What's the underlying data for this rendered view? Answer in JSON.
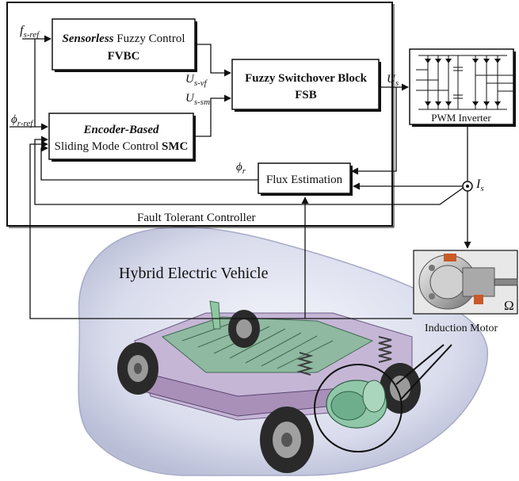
{
  "blocks": {
    "fvbc": {
      "line1_italic_bold": "Sensorless",
      "line1_rest": " Fuzzy Control",
      "line2": "FVBC"
    },
    "smc": {
      "line1": "Encoder-Based",
      "line2_rest": "Sliding Mode Control ",
      "line2_bold": "SMC"
    },
    "fsb": {
      "line1": "Fuzzy Switchover Block",
      "line2": "FSB"
    },
    "flux": {
      "label": "Flux Estimation"
    },
    "inverter": {
      "label": "PWM Inverter"
    },
    "controller_frame": {
      "label": "Fault Tolerant Controller"
    }
  },
  "signals": {
    "fs_ref": {
      "main": "f",
      "sub": "s-ref"
    },
    "phir_ref": {
      "main": "ϕ",
      "sub": "r-ref"
    },
    "us_vf": {
      "main": "U",
      "sub": "s-vf"
    },
    "us_sm": {
      "main": "U",
      "sub": "s-sm"
    },
    "us": {
      "main": "U",
      "sub": "s"
    },
    "phir": {
      "main": "ϕ",
      "sub": "r"
    },
    "is": {
      "main": "I",
      "sub": "s"
    },
    "omega": {
      "main": "Ω"
    }
  },
  "scene": {
    "vehicle_label": "Hybrid Electric Vehicle",
    "motor_label": "Induction Motor"
  },
  "colors": {
    "line": "#111111",
    "vehicle_body": "#dfe1ef",
    "chassis_green": "#6fbf8f",
    "chassis_purple": "#a890b8",
    "tire": "#2a2a2a"
  }
}
